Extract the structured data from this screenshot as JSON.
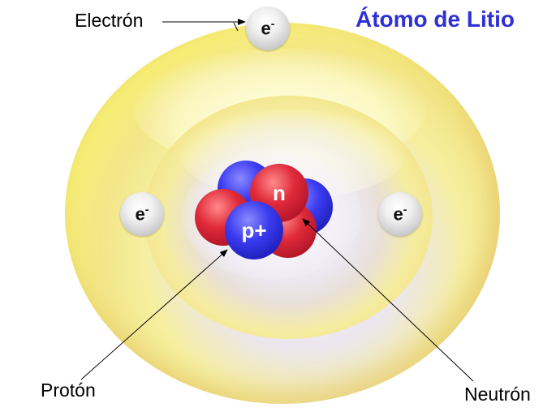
{
  "title": "Átomo de Litio",
  "labels": {
    "electron": "Electrón",
    "proton": "Protón",
    "neutron": "Neutrón"
  },
  "particles": {
    "proton_symbol": "p+",
    "neutron_symbol": "n",
    "electron_base": "e",
    "electron_charge": "-"
  },
  "colors": {
    "title": "#2f2fd6",
    "proton": "#3b3bf0",
    "neutron": "#e02a3a",
    "shell": "#f3e68a",
    "electron": "#d8d8d8"
  },
  "counts": {
    "protons_visible": 3,
    "neutrons_visible": 3,
    "electrons": 3,
    "shells": 2
  }
}
